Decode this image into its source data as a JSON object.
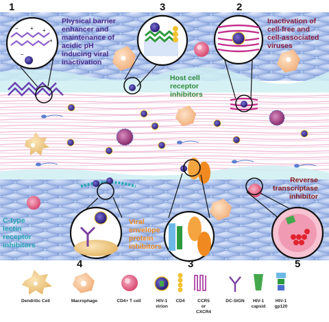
{
  "numbers": {
    "n1": "1",
    "n2": "2",
    "n3_top": "3",
    "n3_bottom": "3",
    "n4": "4",
    "n5": "5"
  },
  "labels": {
    "barrier": "Physical barrier\nenhancer and\nmaintenance of\nacidic pH\ninducing viral\ninactivation",
    "inactivation": "Inactivation of\ncell-free and\ncell-associated\nviruses",
    "host_receptor": "Host cell\nreceptor\ninhibitors",
    "reverse_tx": "Reverse\ntranscriptase\ninhibitor",
    "ctype": "C-type\nlectin\nreceptor\ninhibitors",
    "envelope": "Viral\nenvelope\nprotein\ninhibitors"
  },
  "colors": {
    "barrier": "#4b2a8c",
    "inactivation": "#8a1c3c",
    "host_receptor": "#2e8b3a",
    "reverse_tx": "#8a1c1c",
    "ctype": "#2aa6b5",
    "envelope": "#f08a20"
  },
  "legend": [
    {
      "label": "Dendritic Cell",
      "icon": "dendritic-cell-icon"
    },
    {
      "label": "Macrophage",
      "icon": "macrophage-icon"
    },
    {
      "label": "CD4+ T cell",
      "icon": "t-cell-icon"
    },
    {
      "label": "HIV-1\nvirion",
      "icon": "virion-icon"
    },
    {
      "label": "CD4",
      "icon": "cd4-icon"
    },
    {
      "label": "CCR5\nor\nCXCR4",
      "icon": "coreceptor-icon"
    },
    {
      "label": "DC-SIGN",
      "icon": "dc-sign-icon"
    },
    {
      "label": "HIV-1\ncapsid",
      "icon": "capsid-icon"
    },
    {
      "label": "HIV-1\ngp120",
      "icon": "gp120-icon"
    }
  ]
}
